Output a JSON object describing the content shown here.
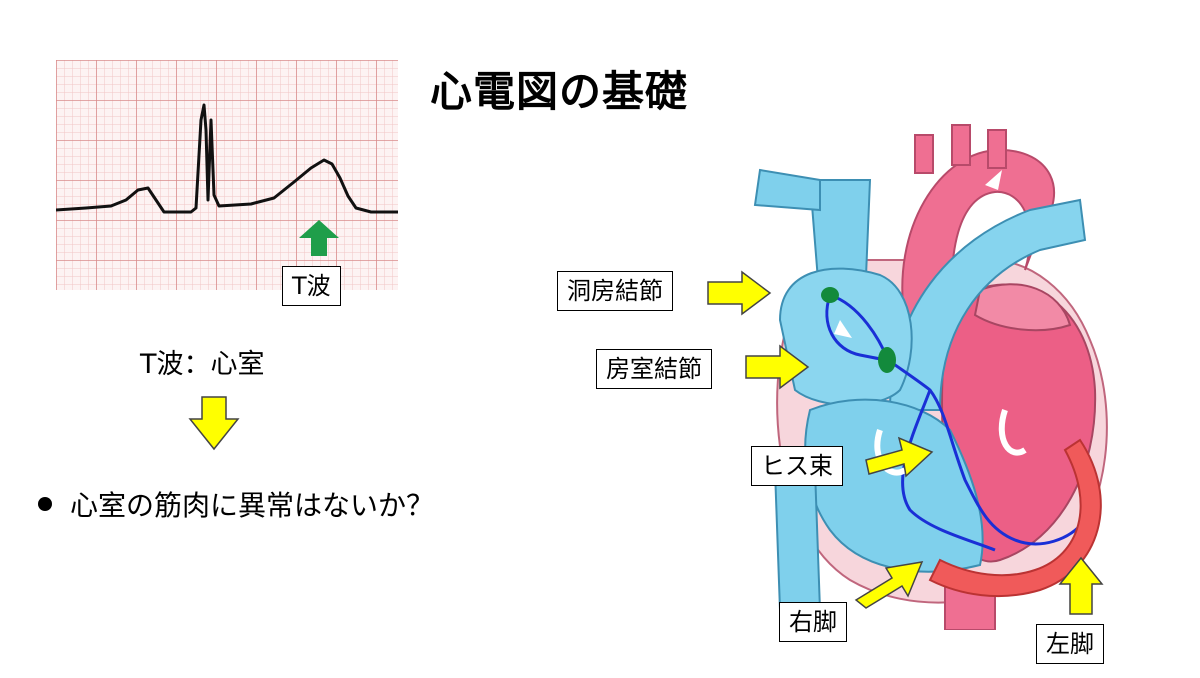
{
  "slide": {
    "title": "心電図の基礎",
    "ecg": {
      "wave_label": "T波"
    },
    "subheading": "T波：心室",
    "bullet": "心室の筋肉に異常はないか？",
    "heart_labels": {
      "sa_node": "洞房結節",
      "av_node": "房室結節",
      "his_bundle": "ヒス束",
      "right_bundle": "右脚",
      "left_bundle": "左脚"
    },
    "colors": {
      "ecg_grid": "#e8a8a8",
      "ecg_trace": "#111111",
      "green_arrow": "#1f9e4a",
      "yellow_arrow": "#ffff00",
      "heart_blue": "#7fd0ec",
      "heart_pink": "#ec5f86",
      "conduction": "#1a2fd6",
      "left_bundle_band": "#f05a5a"
    }
  }
}
